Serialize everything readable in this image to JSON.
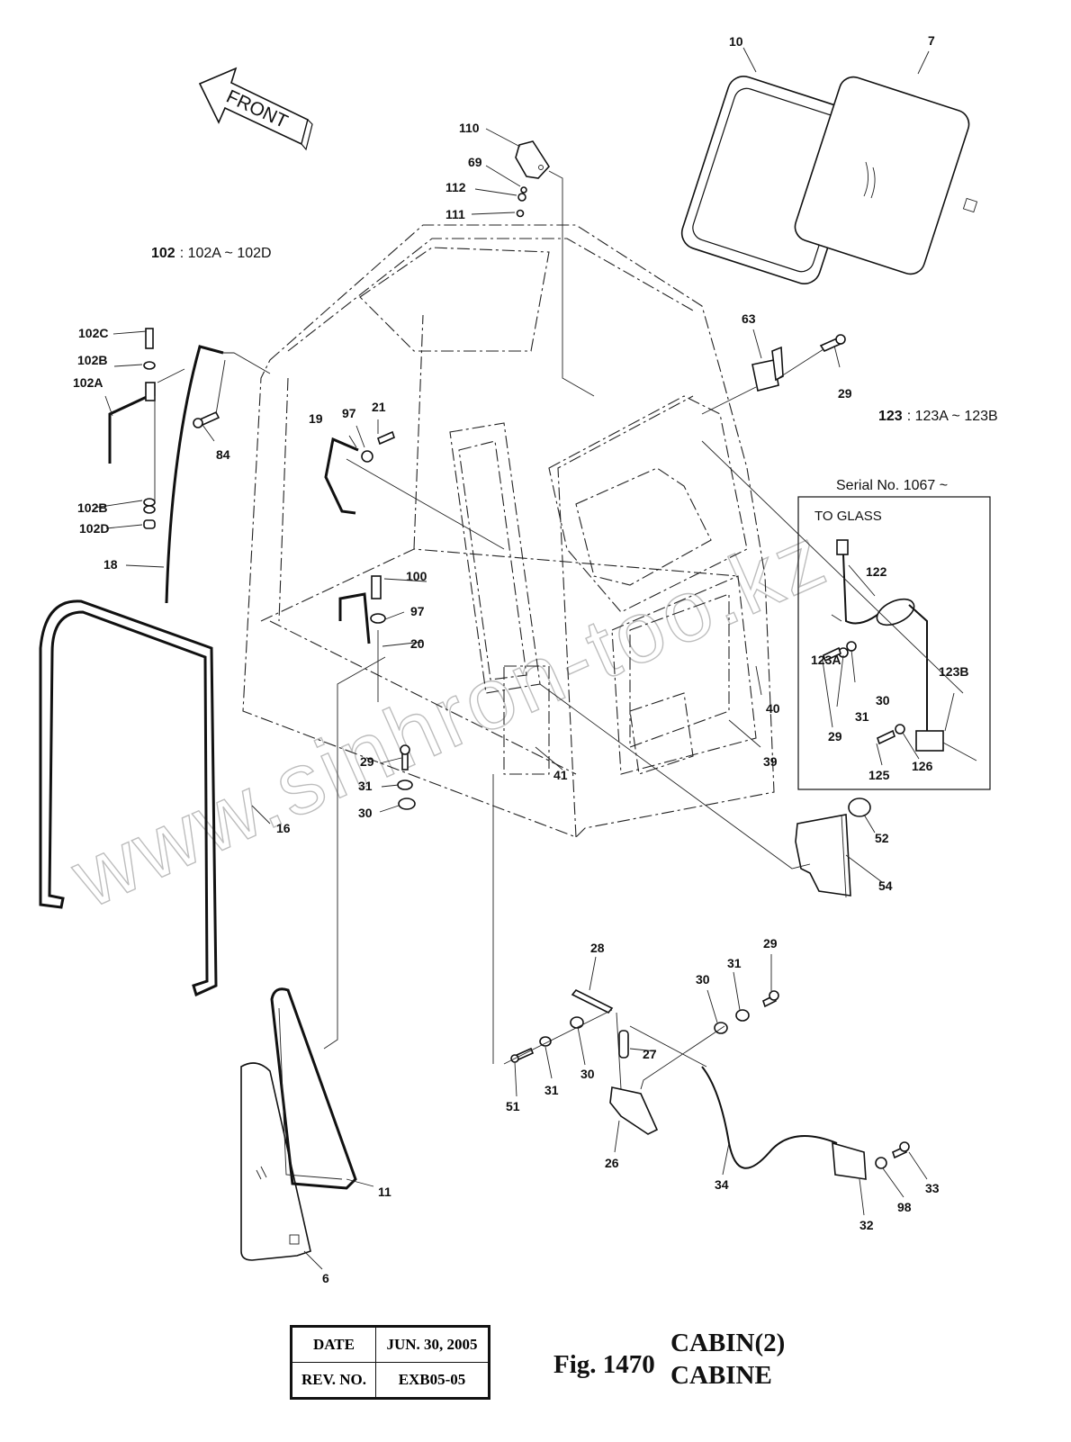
{
  "front_arrow": {
    "label": "FRONT"
  },
  "notes": {
    "group_102": {
      "key": "102",
      "range": ": 102A ~ 102D"
    },
    "group_123": {
      "key": "123",
      "range": ": 123A ~ 123B"
    },
    "serial": "Serial No. 1067 ~",
    "to_glass": "TO GLASS"
  },
  "part_labels": {
    "p10": "10",
    "p7": "7",
    "p110": "110",
    "p69": "69",
    "p112": "112",
    "p111": "111",
    "p102C": "102C",
    "p102B_top": "102B",
    "p102A": "102A",
    "p84": "84",
    "p102B_bottom": "102B",
    "p102D": "102D",
    "p18": "18",
    "p19": "19",
    "p97_top": "97",
    "p21": "21",
    "p100": "100",
    "p97_mid": "97",
    "p20": "20",
    "p63": "63",
    "p29_top": "29",
    "p122": "122",
    "p123A": "123A",
    "p123B": "123B",
    "p30_inset": "30",
    "p31_inset": "31",
    "p29_inset": "29",
    "p125": "125",
    "p126": "126",
    "p40": "40",
    "p39": "39",
    "p41": "41",
    "p29_mid": "29",
    "p31_mid": "31",
    "p30_mid": "30",
    "p16": "16",
    "p52": "52",
    "p54": "54",
    "p28": "28",
    "p29_low": "29",
    "p31_low_r": "31",
    "p30_low_r": "30",
    "p27": "27",
    "p51": "51",
    "p31_low_l": "31",
    "p30_low_l": "30",
    "p26": "26",
    "p34": "34",
    "p32": "32",
    "p98": "98",
    "p33": "33",
    "p11": "11",
    "p6": "6"
  },
  "watermark": "www.sinhron-too.kz",
  "title_block": {
    "date_label": "DATE",
    "date_value": "JUN. 30, 2005",
    "rev_label": "REV. NO.",
    "rev_value": "EXB05-05"
  },
  "figure": {
    "number": "Fig. 1470",
    "title_en": "CABIN(2)",
    "title_fr": "CABINE"
  }
}
